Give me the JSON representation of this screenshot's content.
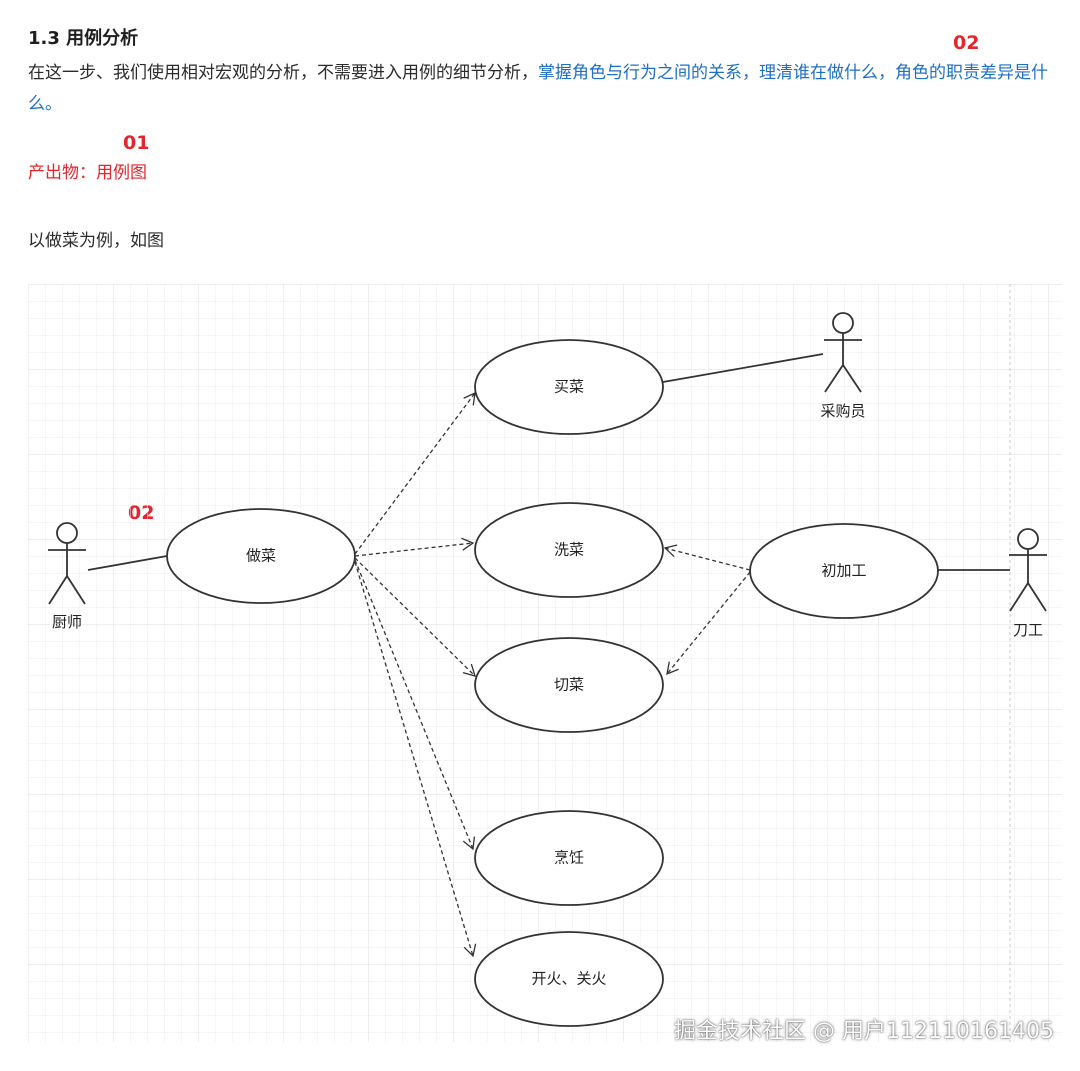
{
  "heading": "1.3 用例分析",
  "paragraph": {
    "part1": "在这一步、我们使用相对宏观的分析，不需要进入用例的细节分析，",
    "highlight": "掌握角色与行为之间的关系，理清谁在做什么，角色的职责差异是什么。"
  },
  "markers": {
    "top_right": "02",
    "output": "01",
    "diagram": "02"
  },
  "output_line": "产出物：用例图",
  "example_line": "以做菜为例，如图",
  "diagram": {
    "use_cases": {
      "cook": "做菜",
      "buy": "买菜",
      "wash": "洗菜",
      "cut": "切菜",
      "prep": "初加工",
      "stew": "烹饪",
      "fire": "开火、关火"
    },
    "actors": {
      "chef": "厨师",
      "buyer": "采购员",
      "knife": "刀工"
    }
  },
  "watermark": "掘金技术社区 @ 用户112110161405",
  "colors": {
    "highlight": "#1f6fc5",
    "marker": "#e5242c",
    "text": "#2b2b2b"
  }
}
